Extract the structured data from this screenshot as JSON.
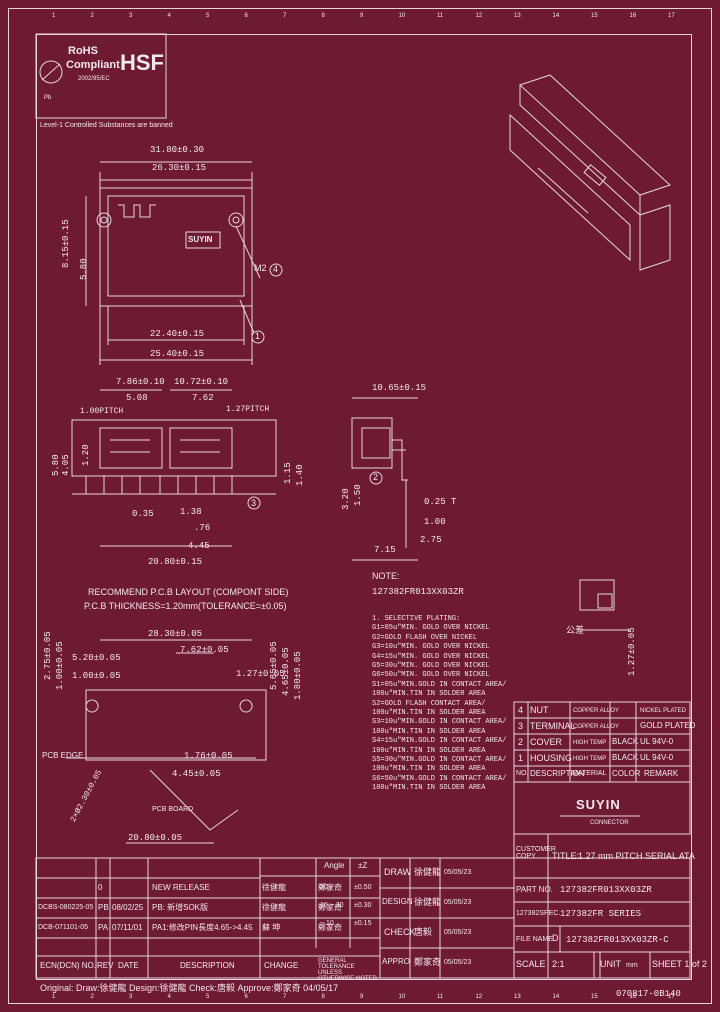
{
  "rohs": {
    "title": "RoHS",
    "subtitle": "Compliant",
    "directive": "2002/95/EC",
    "hsf": "HSF",
    "pb_label": "Pb",
    "level_note": "Level-1 Controlled Substances are banned"
  },
  "dims_top": {
    "d1": "31.80±0.30",
    "d2": "26.30±0.15",
    "d3": "22.40±0.15",
    "d4": "25.40±0.15",
    "d5": "8.15±0.15",
    "d6": "5.80",
    "d7": "M2",
    "balloon_4": "4",
    "balloon_1": "1",
    "logo": "SUYIN"
  },
  "dims_front": {
    "d1": "7.86±0.10",
    "d2": "10.72±0.10",
    "d3": "5.08",
    "d4": "7.62",
    "d5": "1.00PITCH",
    "d6": "1.27PITCH",
    "d7": "5.80",
    "d8": "4.05",
    "d9": "1.20",
    "d10": "1.15",
    "d11": "1.40",
    "d12": "0.35",
    "d13": "1.38",
    "d14": ".76",
    "d15": "4.45",
    "d16": "20.80±0.15",
    "balloon_3": "3"
  },
  "dims_side": {
    "d1": "10.65±0.15",
    "d2": "3.20",
    "d3": "1.50",
    "d4": "0.25 T",
    "d5": "1.00",
    "d6": "2.75",
    "d7": "7.15",
    "balloon_2": "2"
  },
  "pcb": {
    "title1": "RECOMMEND P.C.B LAYOUT (COMPONT SIDE)",
    "title2": "P.C.B THICKNESS=1.20mm(TOLERANCE=±0.05)",
    "d1": "28.30±0.05",
    "d2": "7.62±0.05",
    "d3": "5.20±0.05",
    "d4": "1.00±0.05",
    "d5": "1.27±0.05",
    "d6": "1.76±0.05",
    "d7": "4.45±0.05",
    "d8": "20.80±0.05",
    "d9": "2.75±0.05",
    "d10": "1.00±0.05",
    "d11": "5.65±0.05",
    "d12": "4.65±0.05",
    "d13": "1.80±0.05",
    "pcb_edge": "PCB EDGE",
    "pcb_label": "PCB BOARD",
    "holes": "2×Ø2.30±0.05"
  },
  "note": {
    "title": "NOTE:",
    "part": "127382FR013XX03ZR",
    "lines": [
      "1. SELECTIVE PLATING:",
      "G1=05u\"MIN. GOLD OVER NICKEL",
      "G2=GOLD FLASH OVER NICKEL",
      "G3=10u\"MIN. GOLD OVER NICKEL",
      "G4=15u\"MIN. GOLD OVER NICKEL",
      "G5=30u\"MIN. GOLD OVER NICKEL",
      "G6=50u\"MIN. GOLD OVER NICKEL",
      "S1=05u\"MIN.GOLD IN CONTACT AREA/",
      "   100u\"MIN.TIN IN SOLDER AREA",
      "S2=GOLD FLASH CONTACT AREA/",
      "   100u\"MIN.TIN IN SOLDER AREA",
      "S3=10u\"MIN.GOLD IN CONTACT AREA/",
      "   100u\"MIN.TIN IN SOLDER AREA",
      "S4=15u\"MIN.GOLD IN CONTACT AREA/",
      "   100u\"MIN.TIN IN SOLDER AREA",
      "S5=30u\"MIN.GOLD IN CONTACT AREA/",
      "   100u\"MIN.TIN IN SOLDER AREA",
      "S6=50u\"MIN.GOLD IN CONTACT AREA/",
      "   100u\"MIN.TIN IN SOLDER AREA"
    ]
  },
  "detail": {
    "d1": "1.27±0.05",
    "label": "公差"
  },
  "bom": {
    "rows": [
      {
        "no": "4",
        "desc": "NUT",
        "mat": "COPPER ALLOY",
        "color": "",
        "remark": "NICKEL PLATED"
      },
      {
        "no": "3",
        "desc": "TERMINAL",
        "mat": "COPPER ALLOY",
        "color": "",
        "remark": "GOLD PLATED"
      },
      {
        "no": "2",
        "desc": "COVER",
        "mat": "HIGH TEMP",
        "color": "BLACK",
        "remark": "UL 94V-0"
      },
      {
        "no": "1",
        "desc": "HOUSING",
        "mat": "HIGH TEMP",
        "color": "BLACK",
        "remark": "UL 94V-0"
      }
    ],
    "header": {
      "no": "NO.",
      "desc": "DESCRIPTION",
      "mat": "MATERIAL",
      "color": "COLOR",
      "remark": "REMARK"
    }
  },
  "company": {
    "name": "SUYIN",
    "sub": "CONNECTOR"
  },
  "title_block": {
    "customer_label": "CUSTOMER COPY",
    "title_label": "TITLE:",
    "title": "1.27 mm PITCH SERIAL ATA",
    "part_no_label": "PART NO.",
    "part_no": "127382FR013XX03ZR",
    "spec_label": "127382SPEC.",
    "spec": "127382FR SERIES",
    "file_label": "FILE NAME",
    "rev": "D",
    "file": "127382FR013XX03ZR-C",
    "scale_label": "SCALE",
    "scale": "2:1",
    "unit_label": "UNIT",
    "unit": "mm",
    "sheet": "SHEET 1 of 2",
    "draw_label": "DRAW",
    "draw_name": "徐健龍",
    "draw_date": "05/05/23",
    "design_label": "DESIGN",
    "design_name": "徐健龍",
    "design_date": "05/05/23",
    "check_label": "CHECK",
    "check_name": "唐毅",
    "check_date": "05/05/23",
    "appro_label": "APPRO",
    "appro_name": "鄭家奇",
    "appro_date": "05/05/23"
  },
  "tolerance": {
    "head_angle": "Angle",
    "head_tol": "±Z",
    "rows": [
      {
        "range": "30 ~",
        "tol": "±0.50"
      },
      {
        "range": "10 ~ 30",
        "tol": "±0.30"
      },
      {
        "range": "~ 10",
        "tol": "±0.15"
      }
    ],
    "note": "GENERAL TOLERANCE UNLESS OTHERWISE NOTED"
  },
  "revisions": {
    "header": {
      "ecn": "ECN(DCN) NO.",
      "rev": "REV",
      "date": "DATE",
      "desc": "DESCRIPTION",
      "change": "CHANGE"
    },
    "rows": [
      {
        "ecn": "",
        "rev": "0",
        "date": "",
        "desc": "NEW RELEASE",
        "c1": "徐健龍",
        "c2": "鄭家奇"
      },
      {
        "ecn": "DCBS-080225-05",
        "rev": "PB",
        "date": "08/02/25",
        "desc": "PB: 新增SOK版",
        "c1": "徐健龍",
        "c2": "鄭家奇"
      },
      {
        "ecn": "DCB-071101-05",
        "rev": "PA",
        "date": "07/11/01",
        "desc": "PA1:修改PIN長度4.65->4.45",
        "c1": "蘇 坤",
        "c2": "鄭家奇"
      }
    ]
  },
  "footer": {
    "signatures": "Original: Draw:徐健龍 Design:徐健龍 Check:唐毅 Approve:鄭家奇 04/05/17",
    "doc_no": "070817-0B140"
  },
  "ruler": [
    "1",
    "2",
    "3",
    "4",
    "5",
    "6",
    "7",
    "8",
    "9",
    "10",
    "11",
    "12",
    "13",
    "14",
    "15",
    "16",
    "17"
  ]
}
